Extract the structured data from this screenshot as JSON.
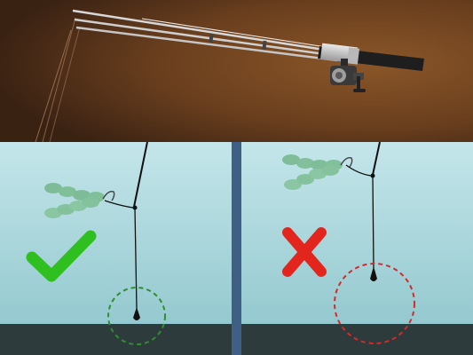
{
  "scene": {
    "top_banner": {
      "icon": "fishing-rod-and-reel",
      "colors": {
        "wall_dark": "#3b2414",
        "wall_light": "#7a4a23"
      }
    },
    "water_colors": {
      "top": "#bfe3e8",
      "bottom": "#8fc4cb",
      "floor": "#2e3b3c",
      "divider": "#3f5f84"
    },
    "left_panel": {
      "verdict": "correct",
      "icon": "check-icon",
      "mark_color": "#2fbf1f",
      "circle_color": "#2f8f2f",
      "description_icon": "sinker-touching-bottom-icon"
    },
    "right_panel": {
      "verdict": "incorrect",
      "icon": "x-cross-icon",
      "mark_color": "#e3261d",
      "circle_color": "#d42a2a",
      "description_icon": "sinker-suspended-above-bottom-icon"
    },
    "lure": {
      "icon": "green-soft-plastic-worm-icon",
      "color": "#78b98f"
    }
  }
}
